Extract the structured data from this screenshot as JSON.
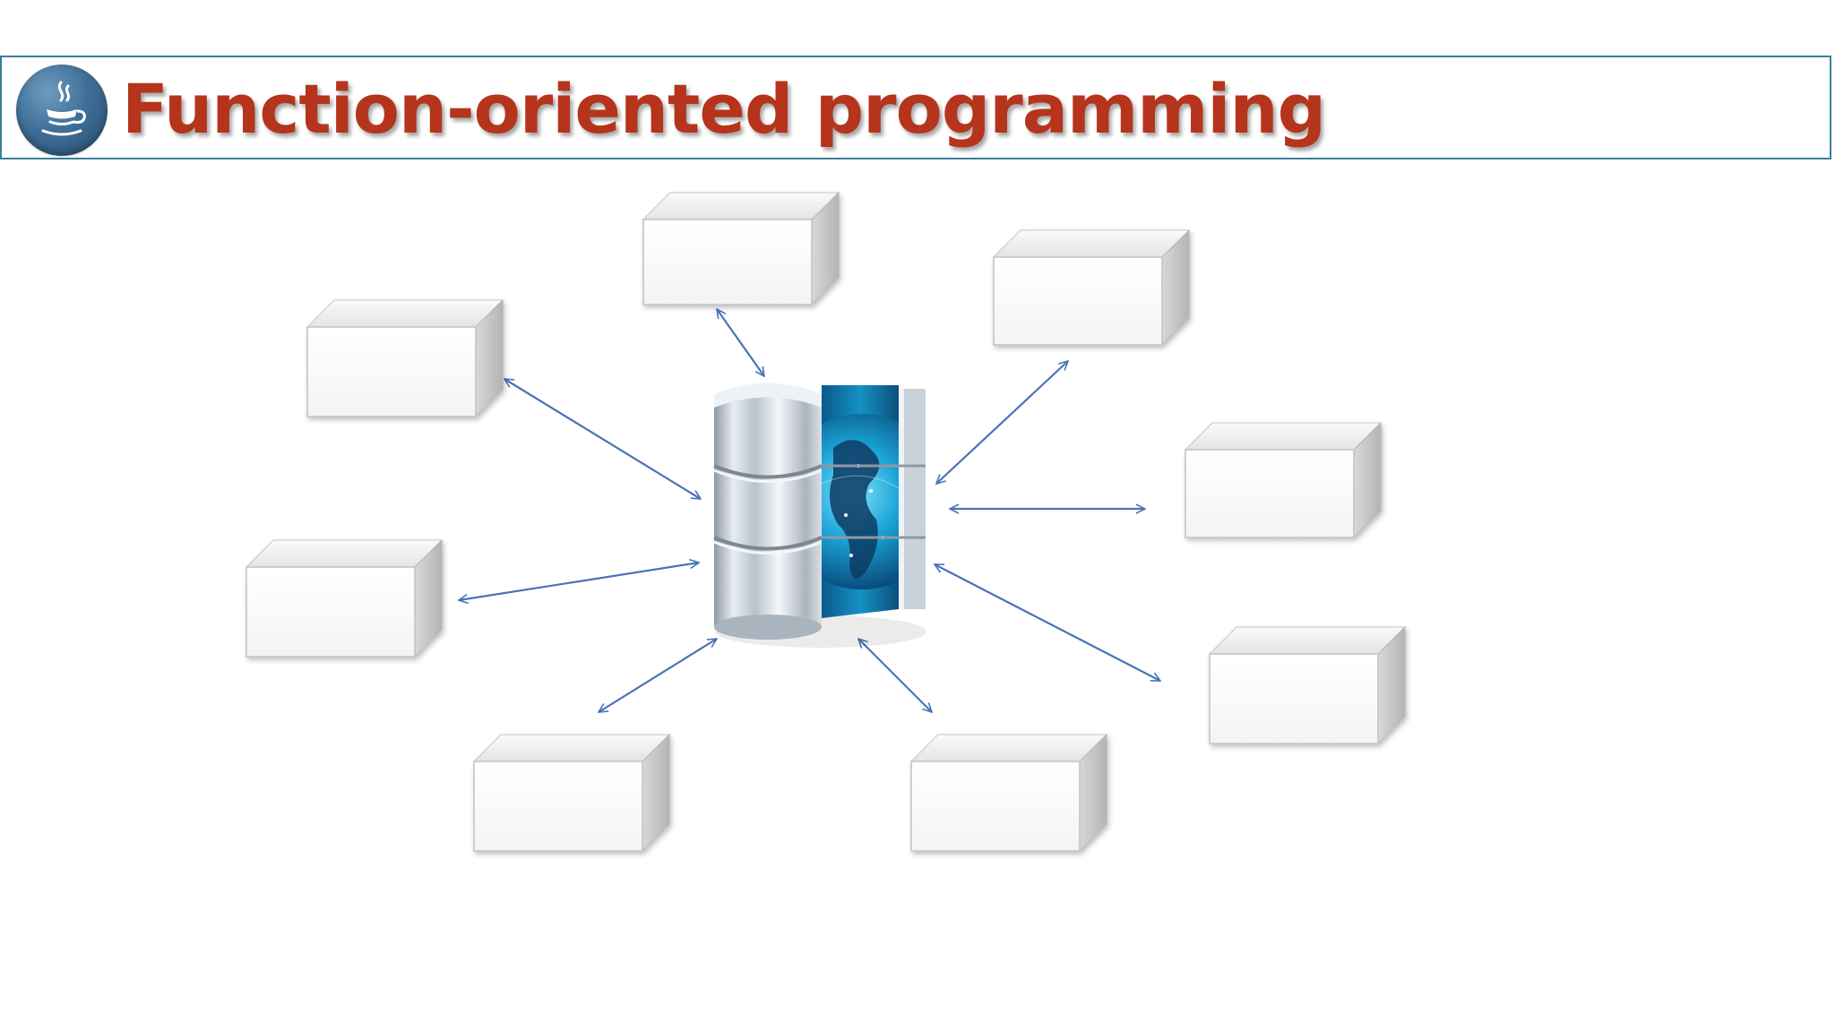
{
  "slide": {
    "title": "Function-oriented programming",
    "accent_color": "#b5341b",
    "border_color": "#3a7f9c",
    "logo_icon": "java-coffee-cup-icon"
  },
  "diagram": {
    "center_icon": "database-globe-icon",
    "connector_color": "#4a72b8",
    "connector_style": "double-headed-arrow",
    "function_boxes": [
      {
        "id": "top",
        "label": ""
      },
      {
        "id": "upper-left",
        "label": ""
      },
      {
        "id": "upper-right",
        "label": ""
      },
      {
        "id": "right",
        "label": ""
      },
      {
        "id": "left",
        "label": ""
      },
      {
        "id": "lower-right",
        "label": ""
      },
      {
        "id": "bottom-left",
        "label": ""
      },
      {
        "id": "bottom-right",
        "label": ""
      }
    ]
  }
}
